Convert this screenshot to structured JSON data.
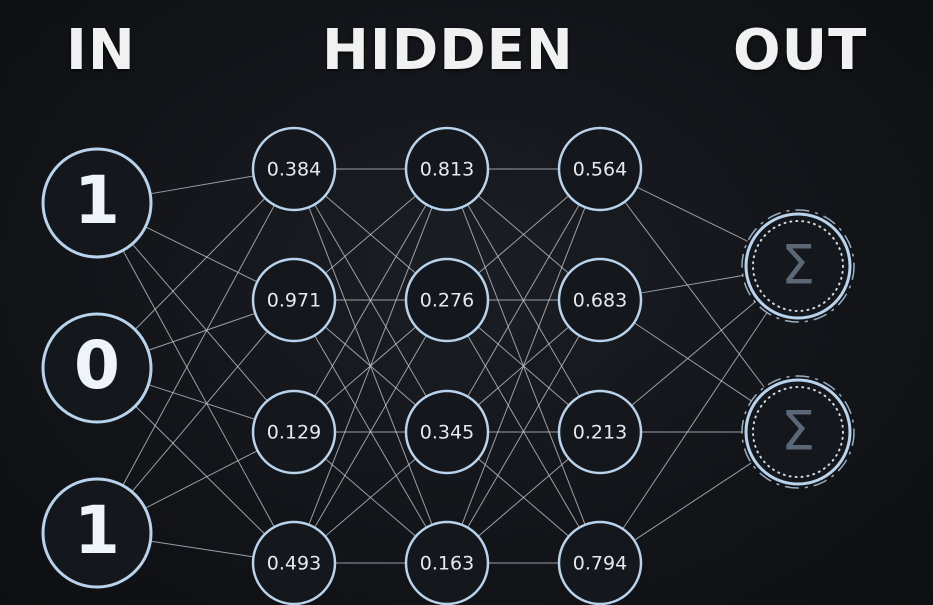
{
  "headings": {
    "input": "IN",
    "hidden": "HIDDEN",
    "output": "OUT"
  },
  "input_layer": [
    "1",
    "0",
    "1"
  ],
  "hidden_layers": [
    [
      "0.384",
      "0.971",
      "0.129",
      "0.493"
    ],
    [
      "0.813",
      "0.276",
      "0.345",
      "0.163"
    ],
    [
      "0.564",
      "0.683",
      "0.213",
      "0.794"
    ]
  ],
  "output_layer": [
    "Σ",
    "Σ"
  ],
  "colors": {
    "background": "#121418",
    "node_stroke": "#b9d3ec",
    "edge": "#c8ccd2",
    "heading": "#f1f1f1",
    "sigma": "#5b6676"
  }
}
